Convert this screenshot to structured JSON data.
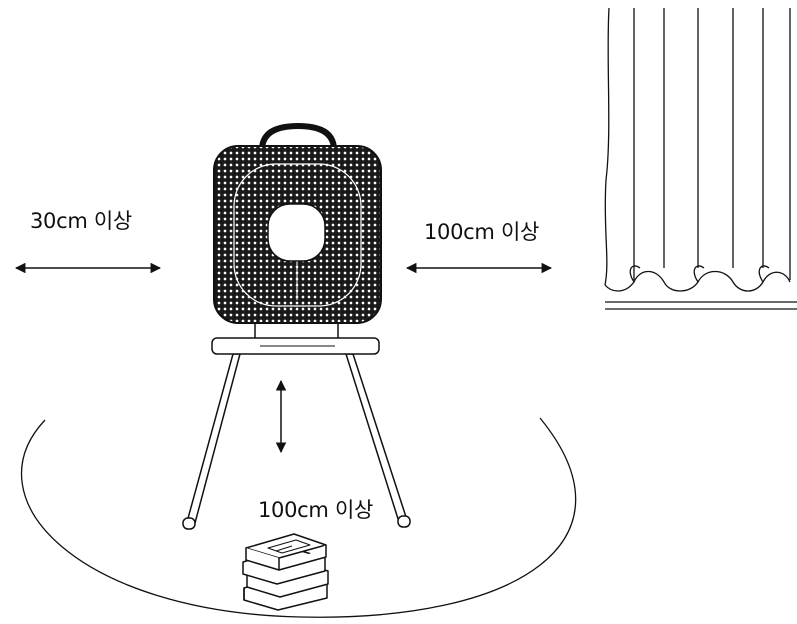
{
  "labels": {
    "left_clearance": "30cm 이상",
    "right_clearance": "100cm 이상",
    "bottom_clearance": "100cm 이상"
  },
  "colors": {
    "line": "#111111",
    "background": "#ffffff",
    "grille": "#1a1a1a"
  }
}
